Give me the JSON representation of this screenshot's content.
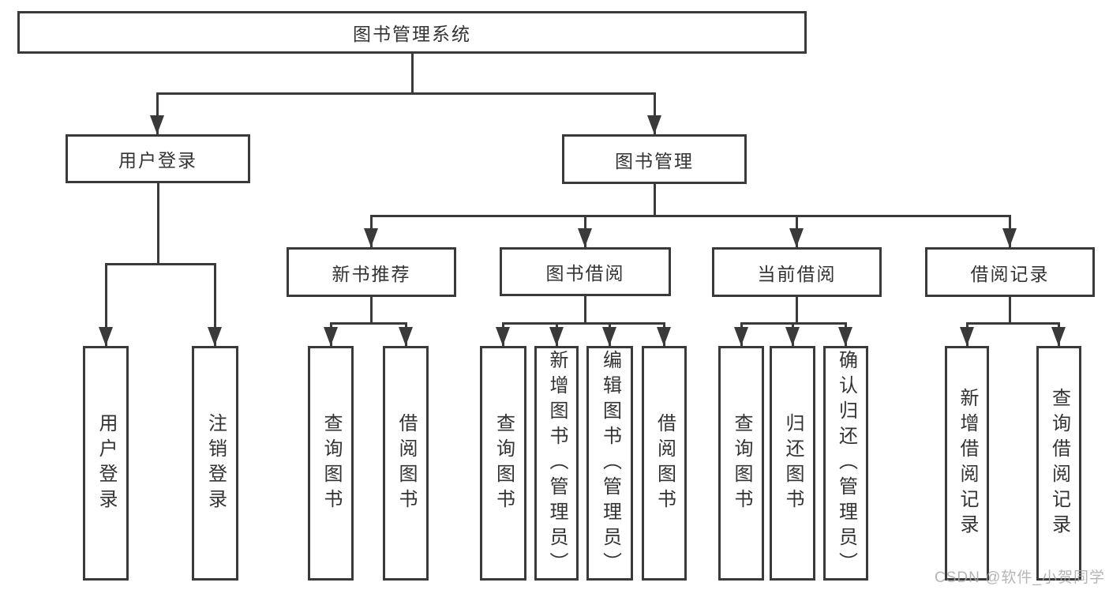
{
  "diagram": {
    "title": "图书管理系统",
    "root": {
      "label": "图书管理系统"
    },
    "branches": [
      {
        "label": "用户登录",
        "children": [
          {
            "label": "用户登录"
          },
          {
            "label": "注销登录"
          }
        ]
      },
      {
        "label": "图书管理",
        "children": [
          {
            "label": "新书推荐",
            "children": [
              {
                "label": "查询图书"
              },
              {
                "label": "借阅图书"
              }
            ]
          },
          {
            "label": "图书借阅",
            "children": [
              {
                "label": "查询图书"
              },
              {
                "label": "新增图书（管理员）"
              },
              {
                "label": "编辑图书（管理员）"
              },
              {
                "label": "借阅图书"
              }
            ]
          },
          {
            "label": "当前借阅",
            "children": [
              {
                "label": "查询图书"
              },
              {
                "label": "归还图书"
              },
              {
                "label": "确认归还（管理员）"
              }
            ]
          },
          {
            "label": "借阅记录",
            "children": [
              {
                "label": "新增借阅记录"
              },
              {
                "label": "查询借阅记录"
              }
            ]
          }
        ]
      }
    ]
  },
  "watermark": {
    "text": "CSDN @软件_小贺同学"
  },
  "colors": {
    "line": "#3a3a3a",
    "box_border": "#3a3a3a",
    "text": "#333333",
    "background": "#ffffff",
    "watermark": "#a8a8a8"
  }
}
